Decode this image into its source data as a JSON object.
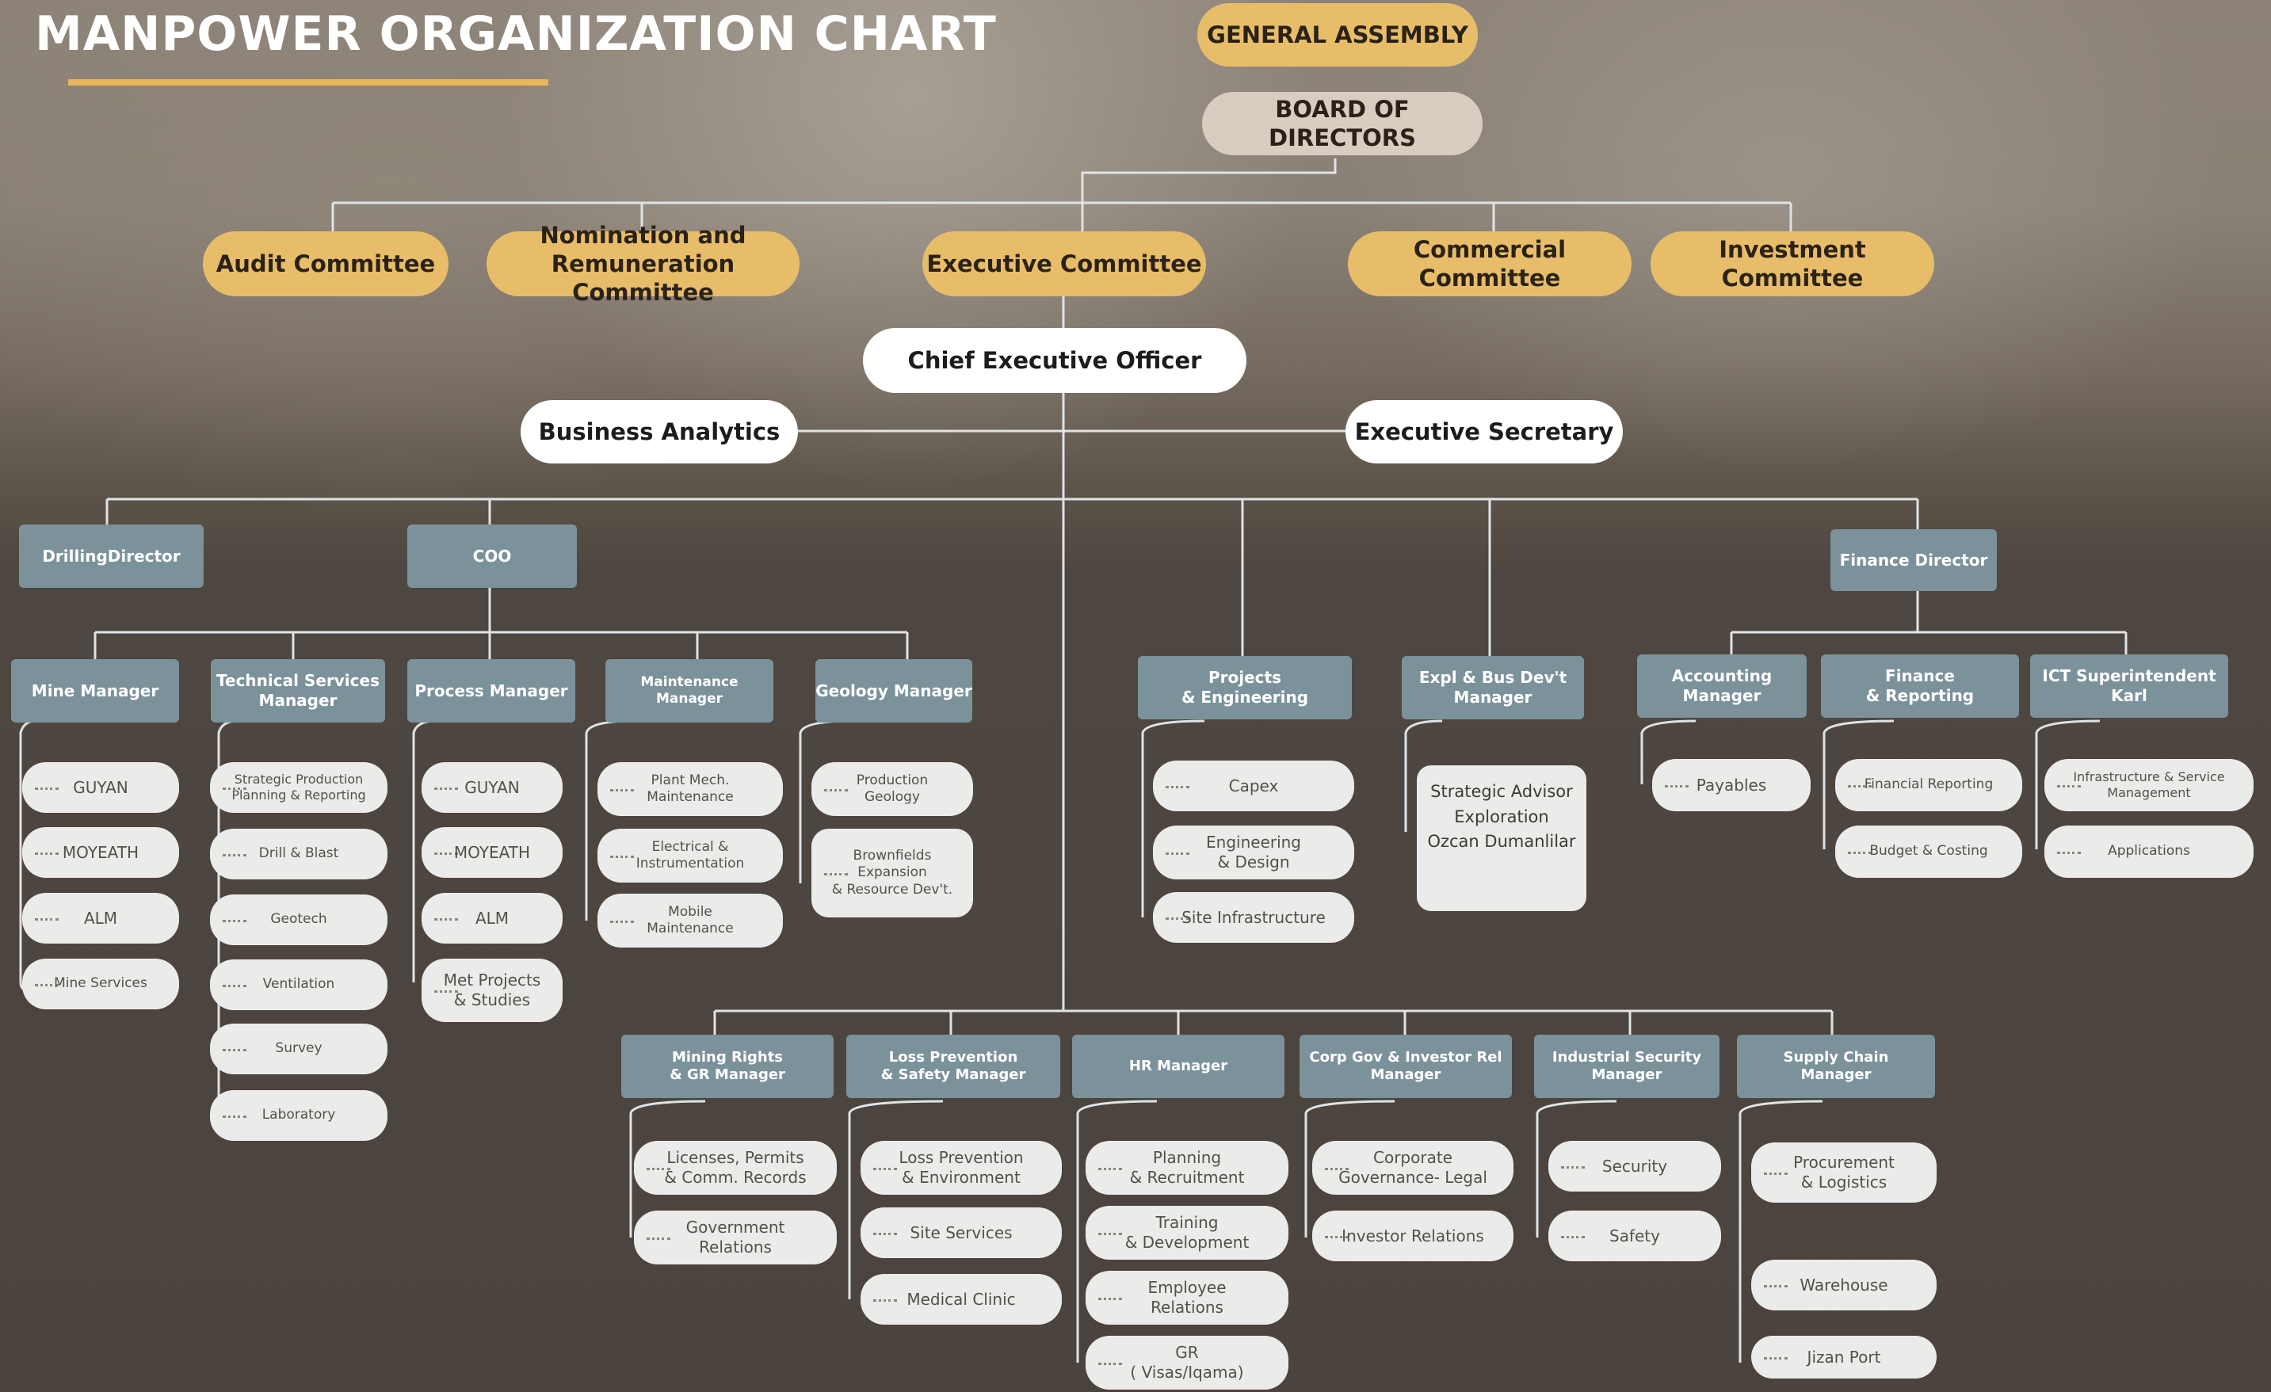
{
  "title": "MANPOWER ORGANIZATION CHART",
  "colors": {
    "gold": "#e8bd6a",
    "steel": "#7c929b",
    "leaf": "#ebebea",
    "underline": "#e8b75c",
    "connector": "#dfe3e5"
  },
  "top": {
    "general_assembly": "GENERAL ASSEMBLY",
    "board": "BOARD OF DIRECTORS"
  },
  "committees": [
    "Audit Committee",
    "Nomination and\nRemuneration Committee",
    "Executive Committee",
    "Commercial Committee",
    "Investment Committee"
  ],
  "ceo": "Chief Executive Officer",
  "business_analytics": "Business Analytics",
  "executive_secretary": "Executive Secretary",
  "directors": {
    "drilling": "DrillingDirector",
    "coo": "COO",
    "finance": "Finance Director"
  },
  "managers": {
    "mine": "Mine Manager",
    "technical": "Technical Services\nManager",
    "process": "Process Manager",
    "maintenance": "Maintenance Manager",
    "geology": "Geology Manager",
    "projects": "Projects\n& Engineering",
    "expl": "Expl & Bus Dev't\nManager",
    "accounting": "Accounting\nManager",
    "finrep": "Finance\n& Reporting",
    "ict": "ICT Superintendent\nKarl",
    "mining_rights": "Mining Rights\n& GR Manager",
    "loss_prevention": "Loss Prevention\n& Safety Manager",
    "hr": "HR Manager",
    "corp_gov": "Corp Gov & Investor Rel\nManager",
    "industrial_security": "Industrial Security\nManager",
    "supply_chain": "Supply Chain\nManager"
  },
  "leaves": {
    "mine": [
      "GUYAN",
      "MOYEATH",
      "ALM",
      "Mine Services"
    ],
    "technical": [
      "Strategic Production\nPlanning & Reporting",
      "Drill & Blast",
      "Geotech",
      "Ventilation",
      "Survey",
      "Laboratory"
    ],
    "process": [
      "GUYAN",
      "MOYEATH",
      "ALM",
      "Met Projects\n& Studies"
    ],
    "maintenance": [
      "Plant Mech.\nMaintenance",
      "Electrical &\nInstrumentation",
      "Mobile\nMaintenance"
    ],
    "geology": [
      "Production\nGeology",
      "Brownfields\nExpansion\n& Resource Dev't."
    ],
    "projects": [
      "Capex",
      "Engineering\n& Design",
      "Site Infrastructure"
    ],
    "expl": "Strategic Advisor\nExploration\nOzcan Dumanlilar",
    "accounting": [
      "Payables"
    ],
    "finrep": [
      "Financial Reporting",
      "Budget & Costing"
    ],
    "ict": [
      "Infrastructure & Service\nManagement",
      "Applications"
    ],
    "mining_rights": [
      "Licenses, Permits\n& Comm. Records",
      "Government\nRelations"
    ],
    "loss_prevention": [
      "Loss Prevention\n& Environment",
      "Site Services",
      "Medical Clinic"
    ],
    "hr": [
      "Planning\n& Recruitment",
      "Training\n& Development",
      "Employee\nRelations",
      "GR\n( Visas/Iqama)"
    ],
    "corp_gov": [
      "Corporate\nGovernance- Legal",
      "Investor Relations"
    ],
    "industrial_security": [
      "Security",
      "Safety"
    ],
    "supply_chain": [
      "Procurement\n& Logistics",
      "Warehouse",
      "Jizan Port"
    ]
  }
}
